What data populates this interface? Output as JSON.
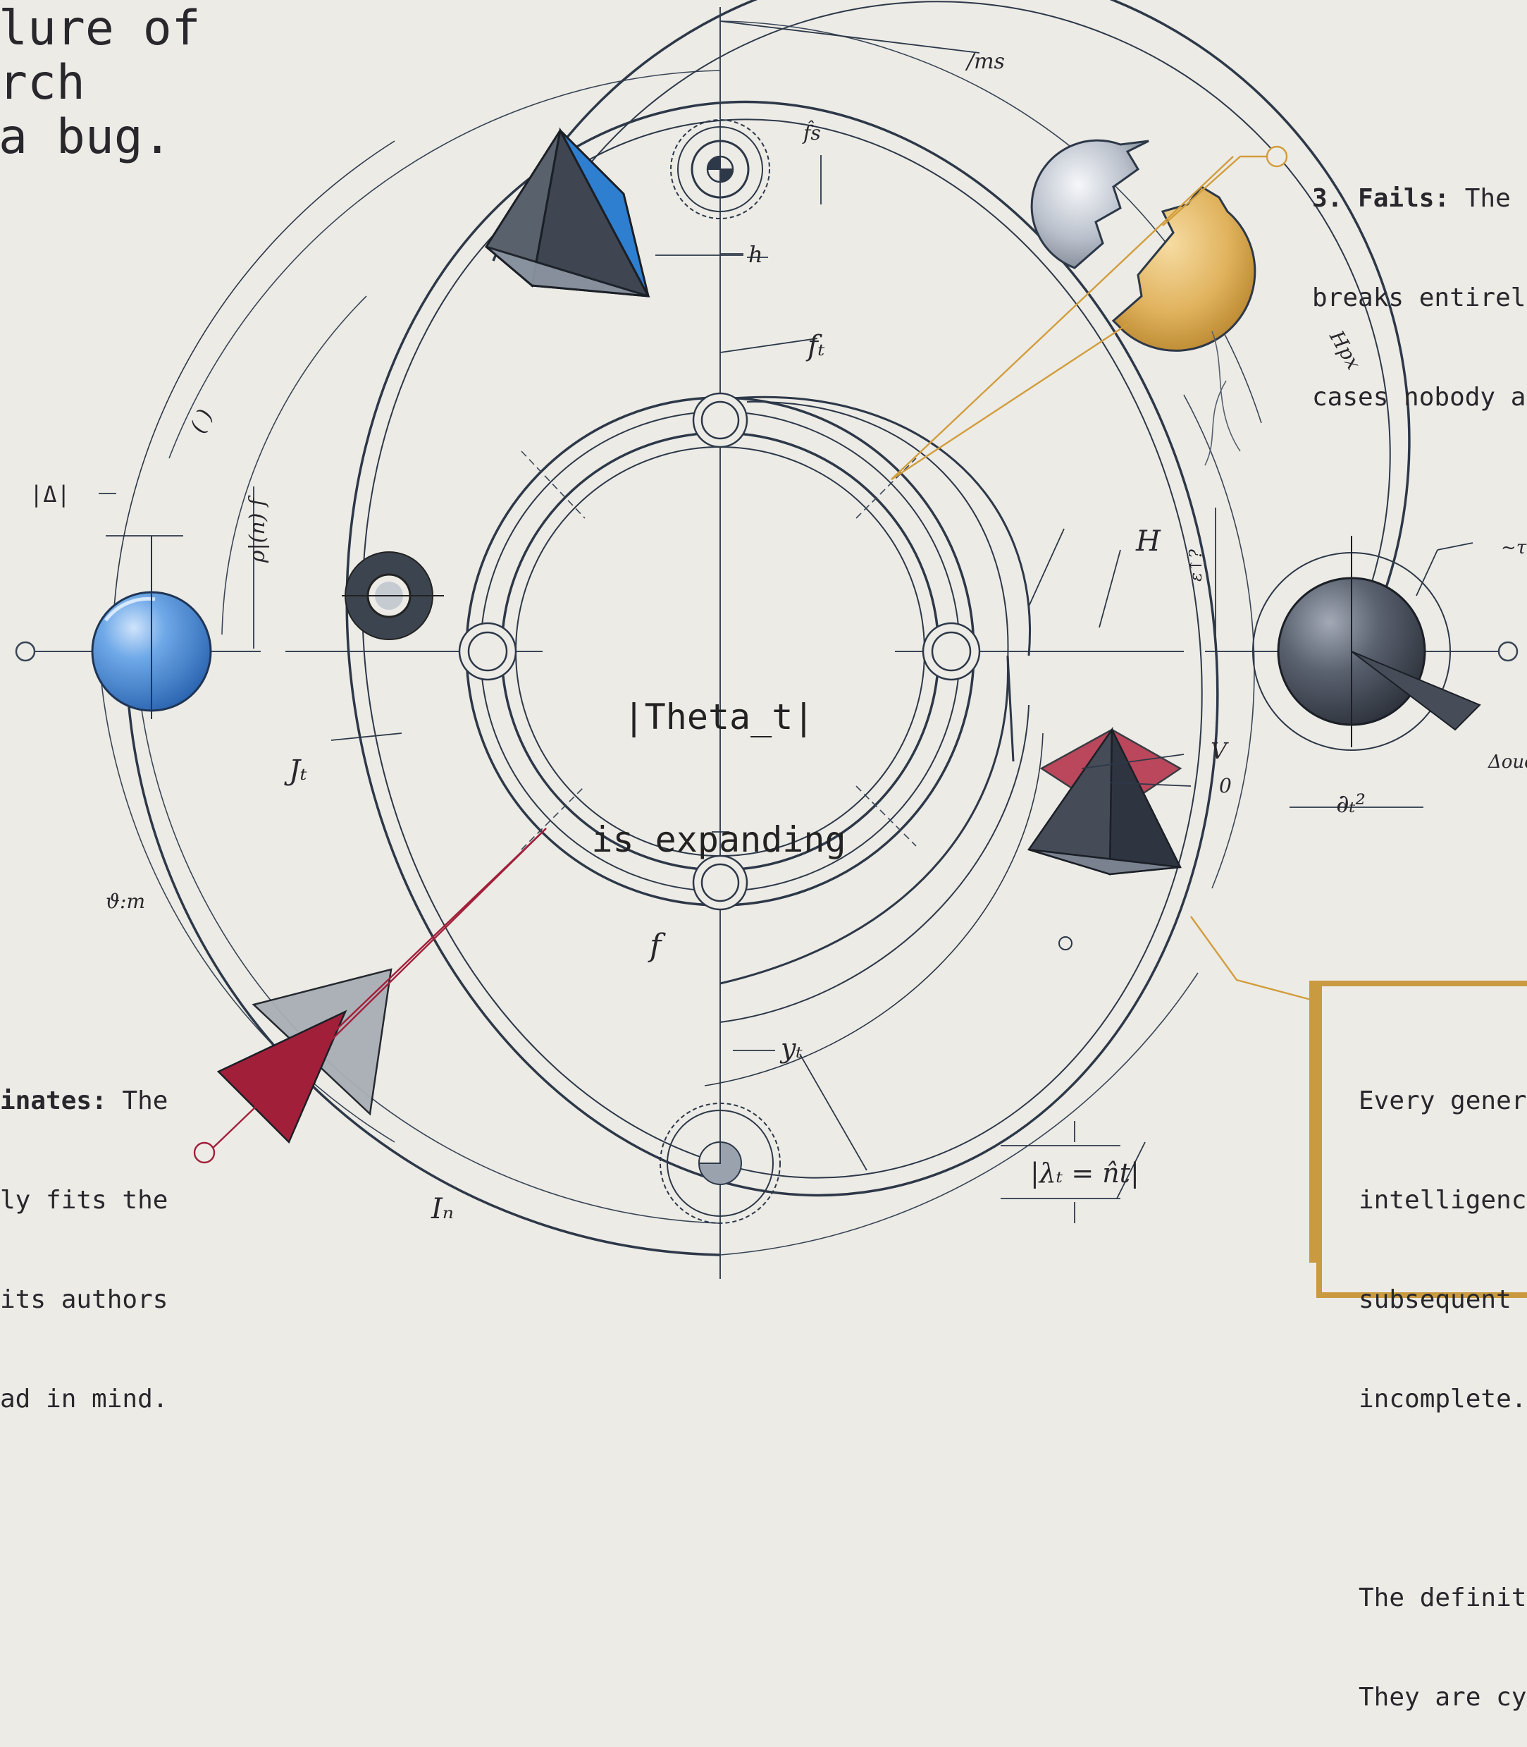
{
  "title": {
    "lines": [
      "lure of",
      "rch",
      "a bug."
    ]
  },
  "center_label": {
    "line1": "|Theta_t|",
    "line2": "is expanding"
  },
  "note_fails": {
    "bold": "3. Fails:",
    "line1_rest": " The",
    "line2": "breaks entirel",
    "line3": "cases nobody a"
  },
  "note_dominates": {
    "bold": "inates:",
    "line1_rest": " The",
    "line2": "ly fits the",
    "line3": "its authors",
    "line4": "ad in mind."
  },
  "box_text": {
    "line1": "Every genera",
    "line2": "intelligence",
    "line3": "subsequent g",
    "line4": "incomplete.",
    "line5": "The definit",
    "line6": "They are cyc"
  },
  "annotations": {
    "ms": "/ms",
    "fs": "f̂s",
    "h": "h",
    "ft": "fₜ",
    "hpx": "Hpx",
    "abs_delta": "|Δ|",
    "rho": "ρ|(n) f",
    "paren": "( )",
    "H": "H",
    "eps": "ε↑?",
    "tau": "~τ",
    "delta_oue": "Δoue",
    "dt2": "∂ₜ²",
    "Jt": "Jₜ",
    "V": "V",
    "zero": "0",
    "dm": "ϑ:m",
    "f_bottom": "f",
    "yt": "yₜ",
    "lt": "|λₜ = n̂t|",
    "In": "Iₙ"
  },
  "colors": {
    "background": "#ecebe6",
    "ink": "#2e3a4a",
    "blue_sphere": "#4a90d9",
    "blue_prism": "#2f7fd0",
    "gold": "#d9a94a",
    "red": "#a21f3a",
    "dark_sphere": "#4a5260"
  }
}
